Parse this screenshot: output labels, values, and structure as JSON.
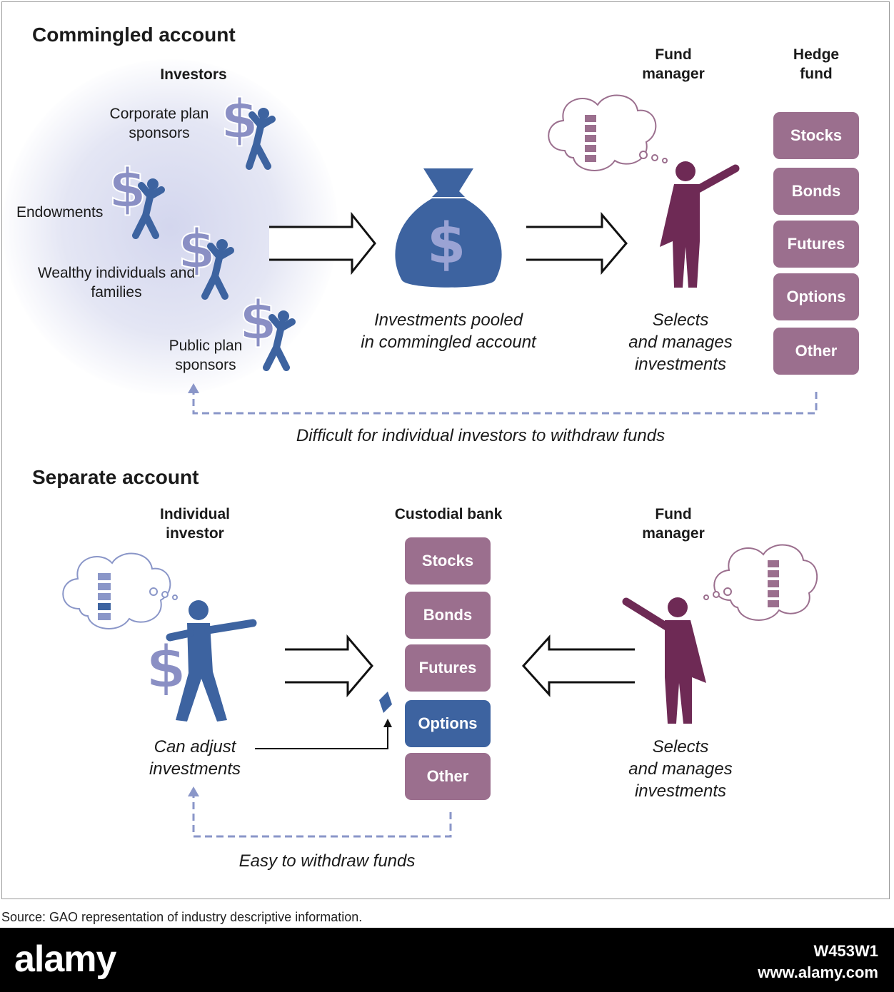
{
  "commingled": {
    "title": "Commingled account",
    "investors_header": "Investors",
    "investors": [
      "Corporate plan sponsors",
      "Endowments",
      "Wealthy individuals and families",
      "Public plan sponsors"
    ],
    "pool_caption_line1": "Investments pooled",
    "pool_caption_line2": "in commingled account",
    "manager_header_line1": "Fund",
    "manager_header_line2": "manager",
    "fund_header_line1": "Hedge",
    "fund_header_line2": "fund",
    "manager_caption_line1": "Selects",
    "manager_caption_line2": "and manages",
    "manager_caption_line3": "investments",
    "withdraw_note": "Difficult for individual investors to withdraw funds"
  },
  "assets": [
    "Stocks",
    "Bonds",
    "Futures",
    "Options",
    "Other"
  ],
  "separate": {
    "title": "Separate account",
    "investor_header_line1": "Individual",
    "investor_header_line2": "investor",
    "bank_header": "Custodial bank",
    "manager_header_line1": "Fund",
    "manager_header_line2": "manager",
    "investor_caption_line1": "Can adjust",
    "investor_caption_line2": "investments",
    "manager_caption_line1": "Selects",
    "manager_caption_line2": "and manages",
    "manager_caption_line3": "investments",
    "withdraw_note": "Easy to withdraw funds",
    "selected_asset": "Options"
  },
  "source": "Source: GAO representation of industry descriptive information.",
  "watermark": {
    "brand": "alamy",
    "image_id": "W453W1",
    "url": "www.alamy.com"
  },
  "colors": {
    "investor_blue": "#3d63a0",
    "dollar_lavender": "#8a8fc4",
    "manager_purple": "#6e2a55",
    "piece_mauve": "#9b6f8e",
    "dashed": "#8a96c8"
  }
}
